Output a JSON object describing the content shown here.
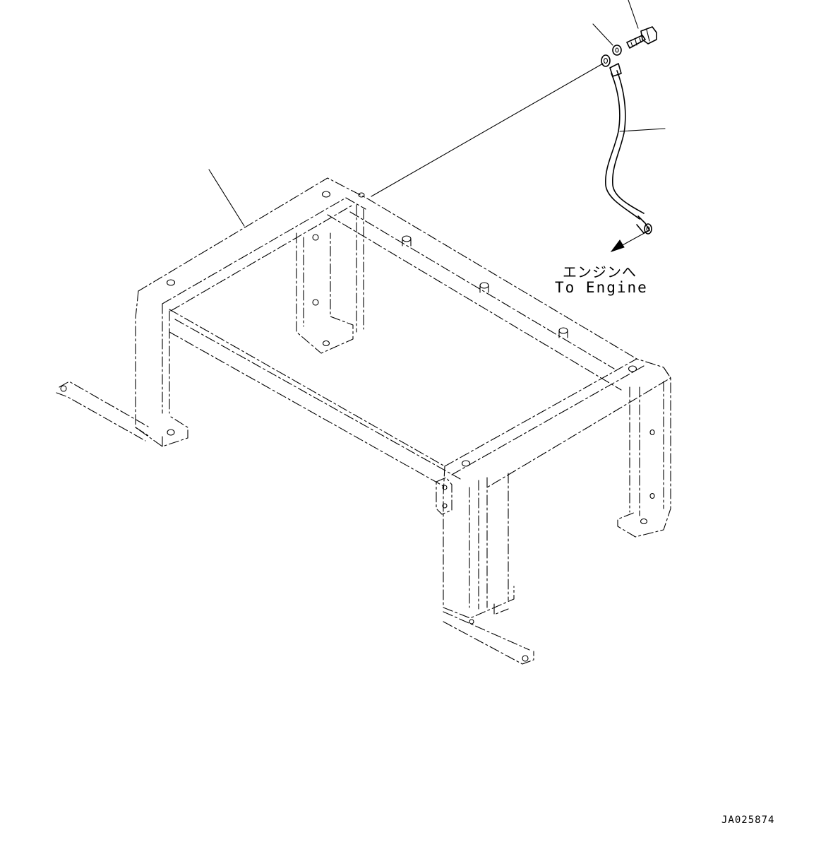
{
  "labels": {
    "destination_jp": "エンジンへ",
    "destination_en": "To Engine",
    "drawing_code": "JA025874"
  },
  "icons": {
    "direction_arrow": "arrow-down-left-icon"
  },
  "colors": {
    "line": "#000000",
    "background": "#ffffff"
  }
}
